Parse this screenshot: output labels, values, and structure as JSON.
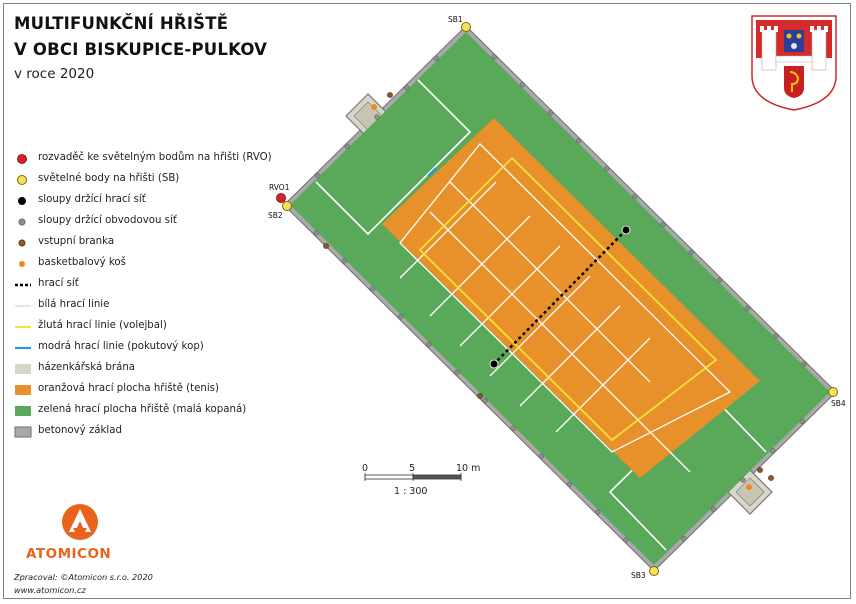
{
  "title": {
    "line1": "MULTIFUNKČNÍ HŘIŠTĚ",
    "line2": "V OBCI BISKUPICE-PULKOV",
    "subtitle": "v roce 2020"
  },
  "legend": [
    {
      "symbol": "red-dot",
      "label": "rozvaděč ke světelným bodům na hřišti (RVO)"
    },
    {
      "symbol": "yellow-dot",
      "label": "světelné body na hřišti (SB)"
    },
    {
      "symbol": "black-dot",
      "label": "sloupy držící hrací síť"
    },
    {
      "symbol": "grey-dot",
      "label": "sloupy držící obvodovou síť"
    },
    {
      "symbol": "brown-dot",
      "label": "vstupní branka"
    },
    {
      "symbol": "orange-dot",
      "label": "basketbalový koš"
    },
    {
      "symbol": "dashed-line",
      "label": "hrací síť"
    },
    {
      "symbol": "white-line",
      "label": "bílá hrací linie"
    },
    {
      "symbol": "yellow-line",
      "label": "žlutá hrací linie (volejbal)"
    },
    {
      "symbol": "blue-line",
      "label": "modrá hrací linie (pokutový kop)"
    },
    {
      "symbol": "beige-box",
      "label": "házenkářská brána"
    },
    {
      "symbol": "orange-box",
      "label": "oranžová hrací plocha hřiště (tenis)"
    },
    {
      "symbol": "green-box",
      "label": "zelená hrací plocha hřiště (malá kopaná)"
    },
    {
      "symbol": "grey-box",
      "label": "betonový základ"
    }
  ],
  "map_labels": {
    "sb1": "SB1",
    "sb2": "SB2",
    "sb3": "SB3",
    "sb4": "SB4",
    "rvo1": "RVO1"
  },
  "scale": {
    "tick0": "0",
    "tick1": "5",
    "tick2": "10 m",
    "ratio": "1 : 300"
  },
  "logo": {
    "name": "ATOMICON"
  },
  "credits": {
    "line1": "Zpracoval: ©Atomicon s.r.o. 2020",
    "line2": "www.atomicon.cz"
  },
  "colors": {
    "green_surface": "#5aa85a",
    "orange_surface": "#e8902a",
    "concrete": "#a9a9a9",
    "goal": "#d9d6c8",
    "yellow_line": "#f2e23a",
    "blue_line": "#2f8fe0",
    "rvo": "#d8232a",
    "sb": "#f6e05e",
    "fence_post": "#8e8e8e",
    "gate": "#8a5a2b",
    "basket": "#f0891e",
    "brand": "#e8631c"
  }
}
